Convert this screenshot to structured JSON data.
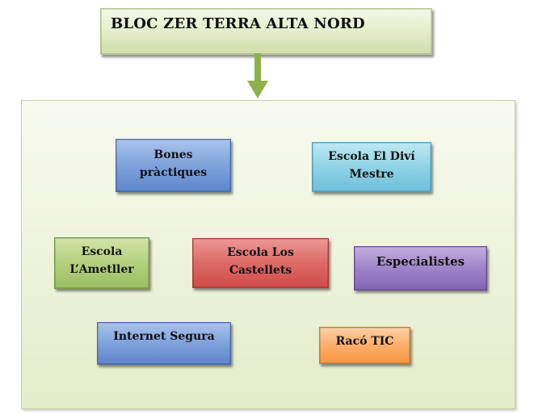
{
  "title": "BLOC ZER TERRA ALTA NORD",
  "boxes": {
    "bones_practiques": "Bones pràctiques",
    "escola_el_divi_mestre": "Escola El Diví Mestre",
    "escola_lametller": "Escola L’Ametller",
    "escola_los_castellets": "Escola Los Castellets",
    "especialistes": "Especialistes",
    "internet_segura": "Internet Segura",
    "raco_tic": "Racó TIC"
  },
  "colors": {
    "arrow": "#8fb04a",
    "blue": "#7fa2dc",
    "teal": "#8fd3e6",
    "green": "#b4d07e",
    "red": "#dd6a66",
    "purple": "#9e84c8",
    "orange": "#fbae6c"
  }
}
